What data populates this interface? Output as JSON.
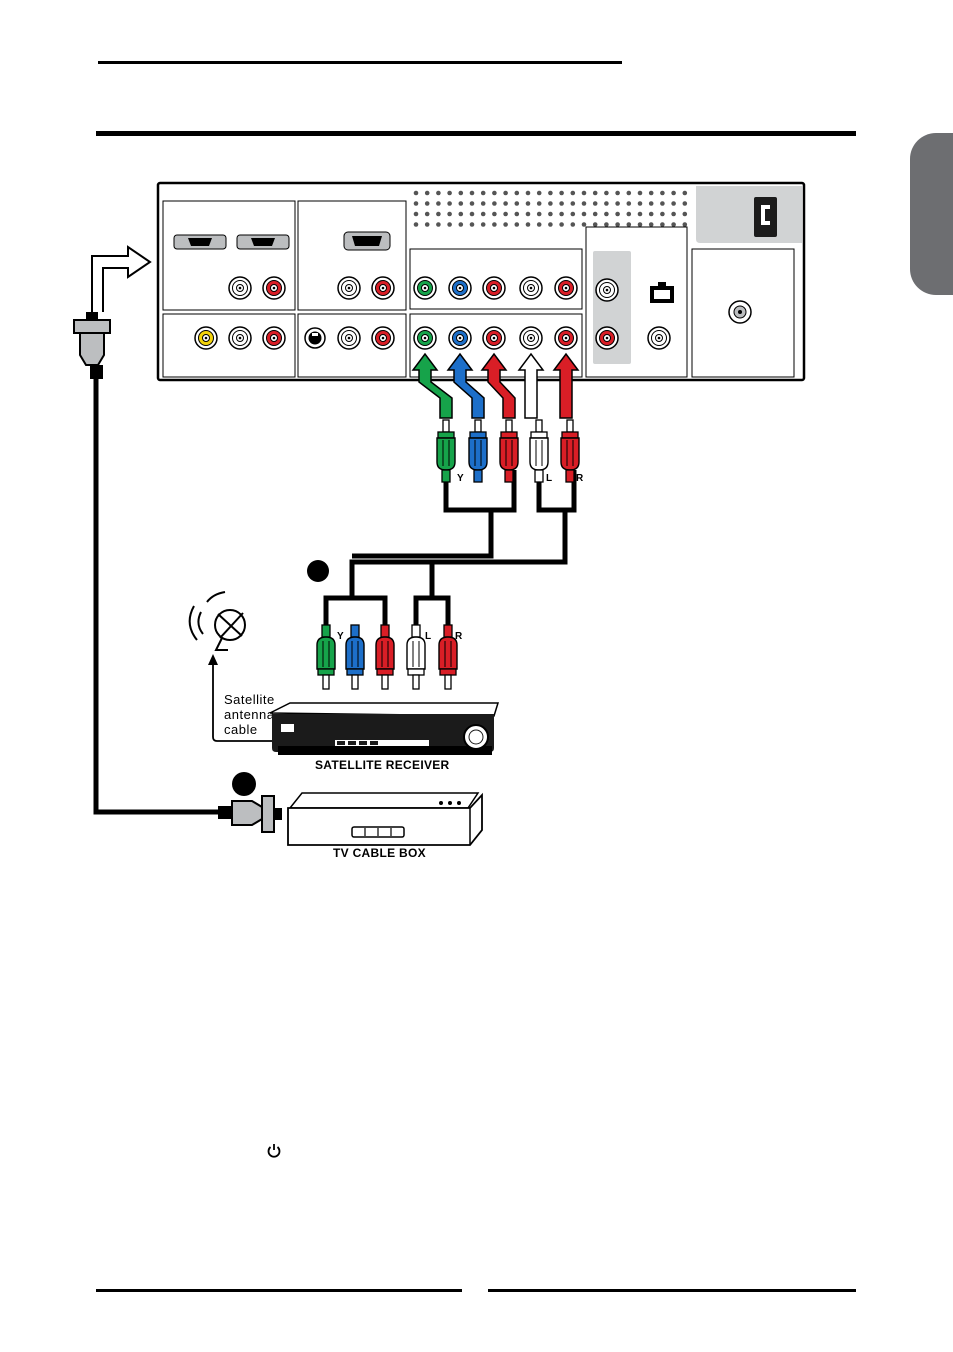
{
  "diagram": {
    "labels": {
      "component_y": "Y",
      "audio_l": "L",
      "audio_r": "R",
      "satellite_cable_line1": "Satellite",
      "satellite_cable_line2": "antenna",
      "satellite_cable_line3": "cable",
      "satellite_receiver": "SATELLITE RECEIVER",
      "tv_cable_box": "TV CABLE BOX"
    },
    "colors": {
      "green": "#16a34a",
      "blue": "#1d6fc9",
      "red": "#d91e26",
      "white": "#ffffff",
      "yellow": "#f2d20a",
      "tab_gray": "#6d6e71"
    },
    "icons": [
      "power-icon"
    ]
  }
}
